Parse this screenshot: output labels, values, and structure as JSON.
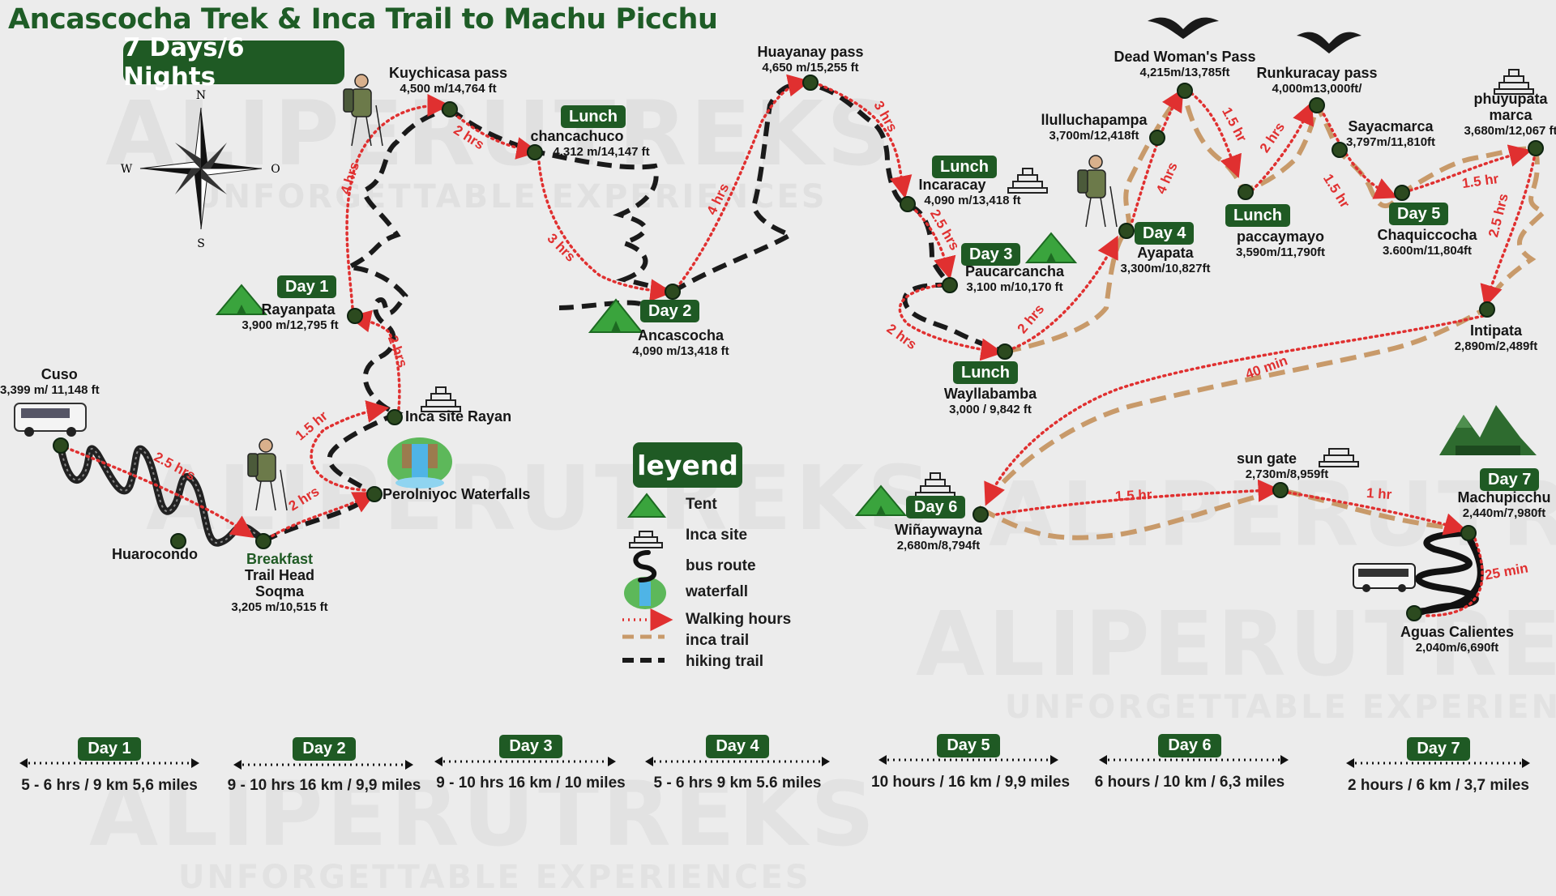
{
  "title": "Ancascocha Trek & Inca Trail to Machu Picchu",
  "subtitle": "7 Days/6 Nights",
  "watermark": {
    "brand": "ALIPERUTREKS",
    "tagline": "UNFORGETTABLE EXPERIENCES"
  },
  "compass": {
    "north": "N",
    "south": "S",
    "east": "O",
    "west": "W"
  },
  "places": {
    "cuso": {
      "name": "Cuso",
      "elev": "3,399 m/ 11,148 ft"
    },
    "huarocondo": {
      "name": "Huarocondo"
    },
    "soqma": {
      "tag": "Breakfast",
      "name1": "Trail Head",
      "name2": "Soqma",
      "elev": "3,205 m/10,515 ft"
    },
    "perolniyoc": {
      "name": "Perolniyoc Waterfalls"
    },
    "inca_rayan": {
      "name": "Inca site Rayan"
    },
    "rayanpata": {
      "name": "Rayanpata",
      "elev": "3,900 m/12,795 ft"
    },
    "kuychicasa": {
      "name": "Kuychicasa pass",
      "elev": "4,500 m/14,764 ft"
    },
    "chancachuco": {
      "name": "chancachuco",
      "elev": "4,312 m/14,147 ft"
    },
    "ancascocha": {
      "name": "Ancascocha",
      "elev": "4,090 m/13,418 ft"
    },
    "huayanay": {
      "name": "Huayanay pass",
      "elev": "4,650 m/15,255 ft"
    },
    "incaracay": {
      "name": "Incaracay",
      "elev": "4,090 m/13,418 ft"
    },
    "paucarcancha": {
      "name": "Paucarcancha",
      "elev": "3,100 m/10,170 ft"
    },
    "wayllabamba": {
      "name": "Wayllabamba",
      "elev": "3,000  / 9,842 ft"
    },
    "ayapata": {
      "name": "Ayapata",
      "elev": "3,300m/10,827ft"
    },
    "llulluchapampa": {
      "name": "llulluchapampa",
      "elev": "3,700m/12,418ft"
    },
    "dead_woman": {
      "name": "Dead Woman's Pass",
      "elev": "4,215m/13,785ft"
    },
    "paccaymayo": {
      "name": "paccaymayo",
      "elev": "3,590m/11,790ft"
    },
    "runkuracay": {
      "name": "Runkuracay pass",
      "elev": "4,000m13,000ft/"
    },
    "sayacmarca": {
      "name": "Sayacmarca",
      "elev": "3,797m/11,810ft"
    },
    "phuyupatamarca": {
      "name1": "phuyupata",
      "name2": "marca",
      "elev": "3,680m/12,067 ft"
    },
    "chaquiccocha": {
      "name": "Chaquiccocha",
      "elev": "3.600m/11,804ft"
    },
    "intipata": {
      "name": "Intipata",
      "elev": "2,890m/2,489ft"
    },
    "winaywayna": {
      "name": "Wiñaywayna",
      "elev": "2,680m/8,794ft"
    },
    "sun_gate": {
      "name": "sun gate",
      "elev": "2,730m/8,959ft"
    },
    "machupicchu": {
      "name": "Machupicchu",
      "elev": "2,440m/7,980ft"
    },
    "aguas_calientes": {
      "name": "Aguas Calientes",
      "elev": "2,040m/6,690ft"
    }
  },
  "day_badges": {
    "d1": "Day 1",
    "d2": "Day 2",
    "d3": "Day 3",
    "d4": "Day 4",
    "d5": "Day 5",
    "d6": "Day 6",
    "d7": "Day 7"
  },
  "lunch_label": "Lunch",
  "durations": {
    "cuso_soqma": "2.5 hrs",
    "soqma_perol": "2 hrs",
    "perol_rayan": "1.5 hr",
    "rayan_rayanpata": "2 hrs",
    "rayanpata_kuy": "4 hrs",
    "kuy_chanc": "2 hrs",
    "chanc_ancas": "3 hrs",
    "ancas_huay": "4 hrs",
    "huay_incar": "3 hrs",
    "incar_pauc": "2.5 hrs",
    "pauc_wayl": "2 hrs",
    "wayl_ayap": "2 hrs",
    "ayap_dead": "4 hrs",
    "dead_pacc": "1.5 hr",
    "pacc_runk": "2 hrs",
    "runk_chaq": "1.5 hr",
    "chaq_phuy": "1.5 hr",
    "phuy_inti": "2.5 hrs",
    "inti_wina": "40 min",
    "wina_sun": "1.5 hr",
    "sun_machu": "1 hr",
    "machu_aguas": "25 min"
  },
  "legend": {
    "title": "leyend",
    "items": [
      "Tent",
      "Inca site",
      "bus route",
      "waterfall",
      "Walking hours",
      "inca trail",
      "hiking trail"
    ]
  },
  "colors": {
    "brand_green": "#1f5a24",
    "walking_red": "#e03030",
    "inca_trail": "#c89a6a",
    "hiking_black": "#1a1a1a"
  },
  "day_summaries": [
    {
      "day": "Day 1",
      "stats": "5 - 6 hrs / 9 km 5,6 miles"
    },
    {
      "day": "Day 2",
      "stats": "9 - 10 hrs 16 km / 9,9 miles"
    },
    {
      "day": "Day 3",
      "stats": "9 - 10 hrs 16 km / 10 miles"
    },
    {
      "day": "Day 4",
      "stats": "5 - 6 hrs 9 km 5.6 miles"
    },
    {
      "day": "Day 5",
      "stats": "10 hours / 16 km / 9,9 miles"
    },
    {
      "day": "Day 6",
      "stats": "6 hours / 10 km / 6,3 miles"
    },
    {
      "day": "Day 7",
      "stats": "2 hours / 6 km / 3,7 miles"
    }
  ]
}
